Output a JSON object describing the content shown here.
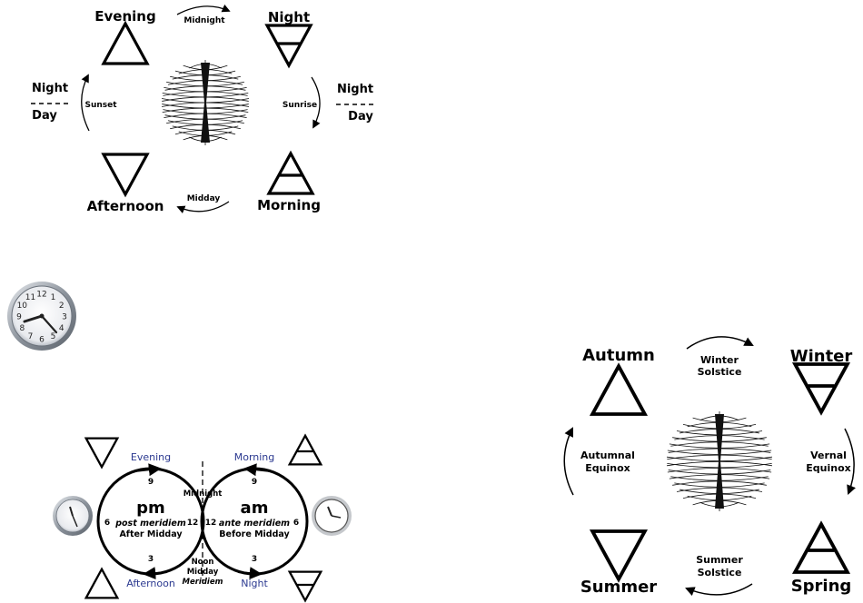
{
  "day_cycle": {
    "corners": {
      "evening": "Evening",
      "night": "Night",
      "afternoon": "Afternoon",
      "morning": "Morning"
    },
    "transitions": {
      "midnight": "Midnight",
      "sunrise": "Sunrise",
      "midday": "Midday",
      "sunset": "Sunset"
    },
    "side_left": {
      "top": "Night",
      "bottom": "Day"
    },
    "side_right": {
      "top": "Night",
      "bottom": "Day"
    }
  },
  "clock_diagram": {
    "pm": {
      "title": "pm",
      "latin": "post meridiem",
      "meaning": "After Midday",
      "top_label": "Evening",
      "bottom_label": "Afternoon",
      "num_top": "9",
      "num_left": "6",
      "num_right": "12",
      "num_bottom": "3"
    },
    "am": {
      "title": "am",
      "latin": "ante meridiem",
      "meaning": "Before Midday",
      "top_label": "Morning",
      "bottom_label": "Night",
      "num_top": "9",
      "num_left": "12",
      "num_right": "6",
      "num_bottom": "3"
    },
    "center_top": "Midnight",
    "center_bottom_1": "Noon",
    "center_bottom_2": "Midday",
    "center_bottom_3": "Meridiem",
    "accent_color": "#2b3990"
  },
  "seasons": {
    "corners": {
      "autumn": "Autumn",
      "winter": "Winter",
      "summer": "Summer",
      "spring": "Spring"
    },
    "transitions": {
      "winter_solstice_1": "Winter",
      "winter_solstice_2": "Solstice",
      "vernal_1": "Vernal",
      "vernal_2": "Equinox",
      "summer_solstice_1": "Summer",
      "summer_solstice_2": "Solstice",
      "autumnal_1": "Autumnal",
      "autumnal_2": "Equinox"
    }
  },
  "wall_clock": {
    "numbers": [
      "12",
      "1",
      "2",
      "3",
      "4",
      "5",
      "6",
      "7",
      "8",
      "9",
      "10",
      "11"
    ]
  },
  "icons": [
    "fire-triangle-icon",
    "water-triangle-icon",
    "air-triangle-icon",
    "earth-triangle-icon",
    "spiral-globe-icon",
    "wall-clock-icon"
  ]
}
